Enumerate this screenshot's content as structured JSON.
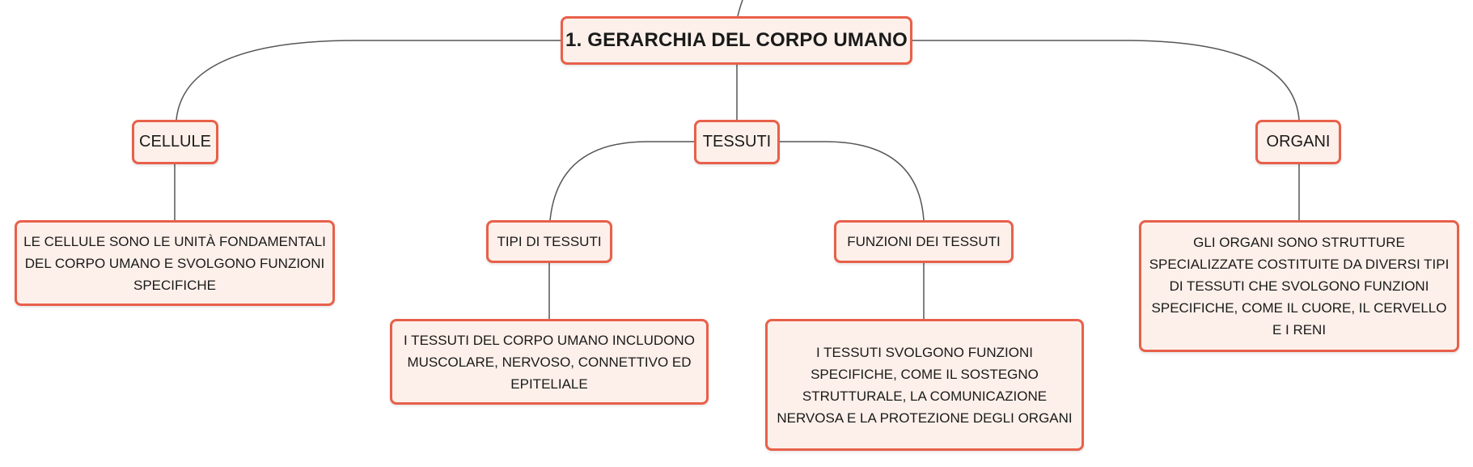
{
  "diagram": {
    "type": "mind-map",
    "colors": {
      "node_border": "#e8604a",
      "node_fill": "#fdf0ea",
      "link": "#555555",
      "text": "#1a1a1a"
    },
    "root": {
      "label": "1. GERARCHIA DEL CORPO UMANO"
    },
    "branches": {
      "cellule": {
        "label": "CELLULE",
        "description": "LE CELLULE SONO LE UNITÀ FONDAMENTALI DEL CORPO UMANO E SVOLGONO FUNZIONI SPECIFICHE"
      },
      "tessuti": {
        "label": "TESSUTI",
        "tipi": {
          "label": "TIPI DI TESSUTI",
          "description": "I TESSUTI DEL CORPO UMANO INCLUDONO MUSCOLARE, NERVOSO, CONNETTIVO ED EPITELIALE"
        },
        "funzioni": {
          "label": "FUNZIONI DEI TESSUTI",
          "description": "I TESSUTI SVOLGONO FUNZIONI SPECIFICHE, COME IL SOSTEGNO STRUTTURALE, LA COMUNICAZIONE NERVOSA E LA PROTEZIONE DEGLI ORGANI"
        }
      },
      "organi": {
        "label": "ORGANI",
        "description": "GLI ORGANI SONO STRUTTURE SPECIALIZZATE COSTITUITE DA DIVERSI TIPI DI TESSUTI CHE SVOLGONO FUNZIONI SPECIFICHE, COME IL CUORE, IL CERVELLO E I RENI"
      }
    }
  }
}
